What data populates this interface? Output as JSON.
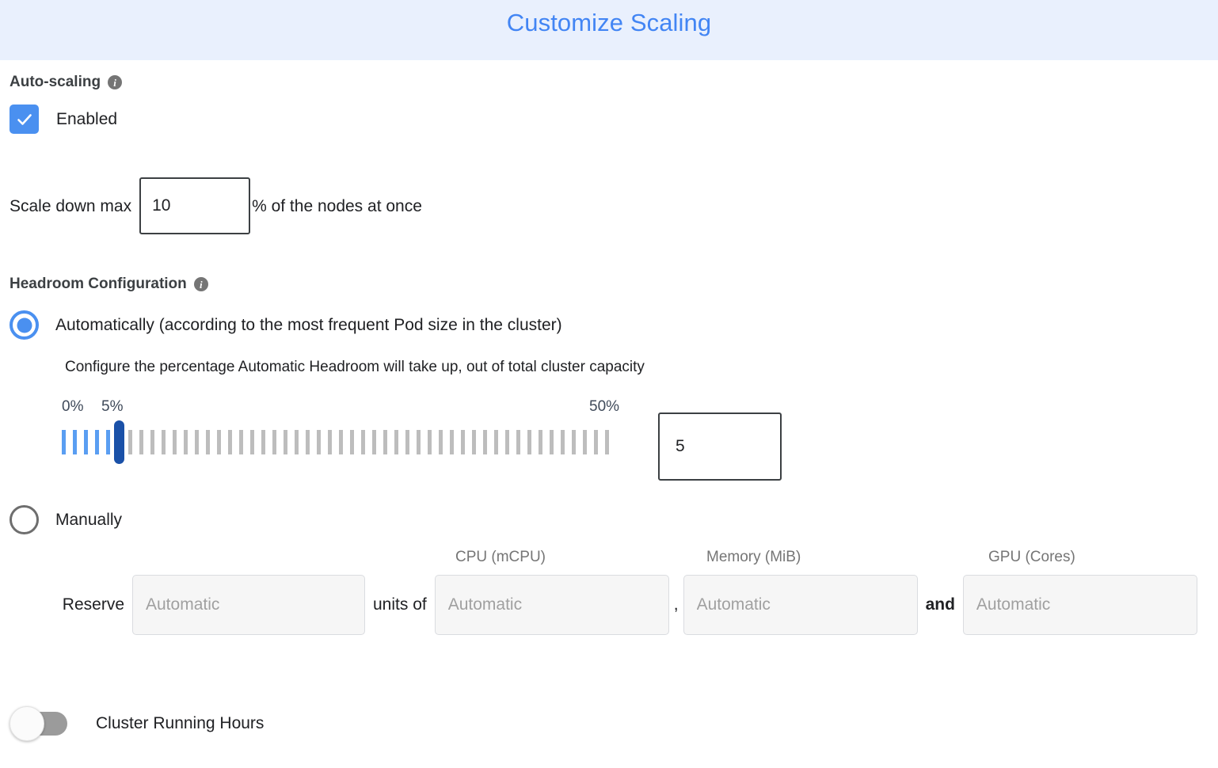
{
  "header": {
    "title": "Customize Scaling"
  },
  "auto_scaling": {
    "heading": "Auto-scaling",
    "info_icon": "info-icon",
    "info_glyph": "i",
    "enabled_label": "Enabled",
    "enabled_checked": true,
    "scale_down": {
      "prefix_label": "Scale down max",
      "value": "10",
      "suffix_label": "% of the nodes at once"
    }
  },
  "headroom": {
    "heading": "Headroom Configuration",
    "info_icon": "info-icon",
    "info_glyph": "i",
    "automatic": {
      "label": "Automatically (according to the most frequent Pod size in the cluster)",
      "description": "Configure the percentage Automatic Headroom will take up, out of total cluster capacity",
      "selected": true
    },
    "slider": {
      "min_label": "0%",
      "max_label": "50%",
      "current_label": "5%",
      "value": "5",
      "min": 0,
      "max": 50,
      "tick_count": 50,
      "filled_ticks": 5,
      "colors": {
        "filled": "#5a9ef2",
        "empty": "#bdbdbd",
        "thumb": "#1a51a8",
        "label": "#3f4a5a"
      }
    },
    "manual": {
      "label": "Manually",
      "selected": false,
      "reserve_label": "Reserve",
      "units_of_label": "units of",
      "comma_label": ",",
      "and_label": "and",
      "fields": [
        {
          "header": "",
          "placeholder": "Automatic",
          "value": "",
          "name": "units-count"
        },
        {
          "header": "CPU (mCPU)",
          "placeholder": "Automatic",
          "value": "",
          "name": "cpu"
        },
        {
          "header": "Memory (MiB)",
          "placeholder": "Automatic",
          "value": "",
          "name": "memory"
        },
        {
          "header": "GPU (Cores)",
          "placeholder": "Automatic",
          "value": "",
          "name": "gpu"
        }
      ]
    }
  },
  "cluster_running_hours": {
    "label": "Cluster Running Hours",
    "enabled": false
  },
  "colors": {
    "header_bg": "#e9f0fd",
    "title": "#4285f4",
    "accent": "#4a90f0",
    "text": "#202124",
    "muted": "#757575"
  }
}
